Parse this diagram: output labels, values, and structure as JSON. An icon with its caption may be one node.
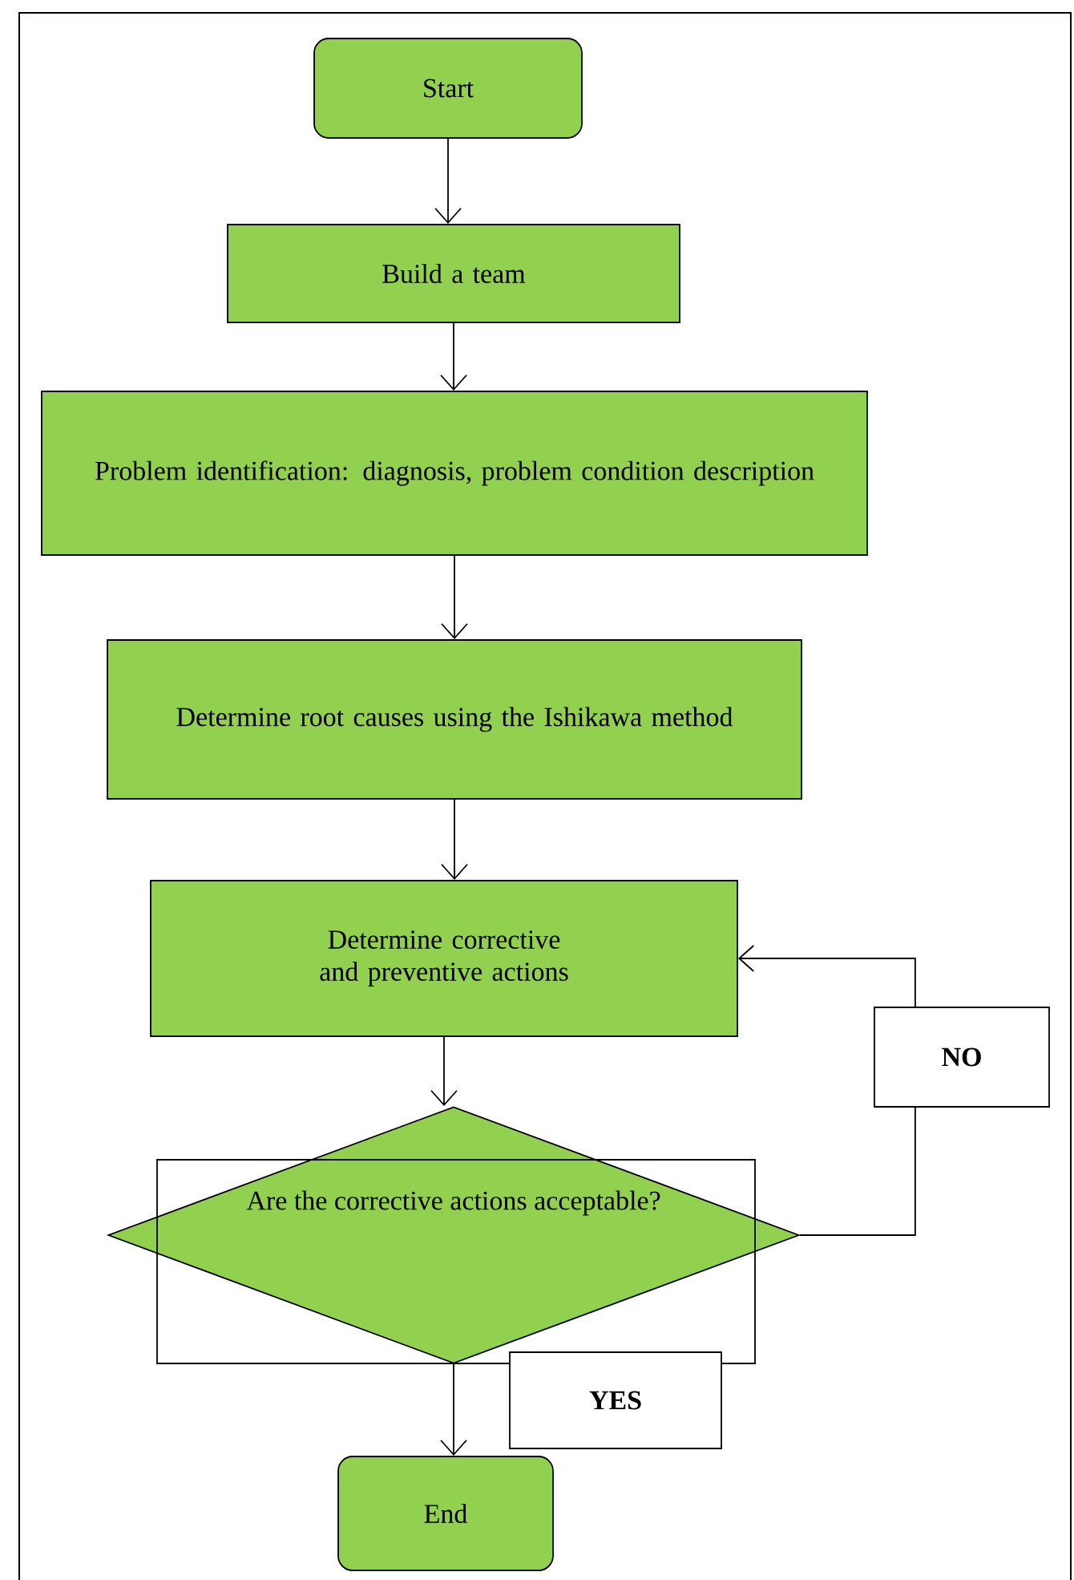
{
  "diagram": {
    "nodes": [
      {
        "text": [
          "Start"
        ]
      },
      {
        "text": [
          "Build a team"
        ]
      },
      {
        "text": [
          "Problem identification: diagnosis, problem condition description"
        ]
      },
      {
        "text": [
          "Determine root causes using the Ishikawa method"
        ]
      },
      {
        "text": [
          "Determine corrective and preventive actions"
        ]
      },
      {
        "text": [
          "Are the corrective actions acceptable?"
        ]
      },
      {
        "text": [
          "End"
        ]
      }
    ],
    "edges": [
      {
        "from": 0,
        "to": 1,
        "arrow": "to"
      },
      {
        "from": 1,
        "to": 2,
        "arrow": "to"
      },
      {
        "from": 2,
        "to": 3,
        "arrow": "to"
      },
      {
        "from": 3,
        "to": 4,
        "arrow": "to"
      },
      {
        "from": 4,
        "to": 5,
        "arrow": "to"
      },
      {
        "from": 5,
        "to": 4,
        "arrow": "to",
        "label": "NO"
      },
      {
        "from": 5,
        "to": 6,
        "arrow": "to",
        "label": "YES"
      }
    ]
  }
}
